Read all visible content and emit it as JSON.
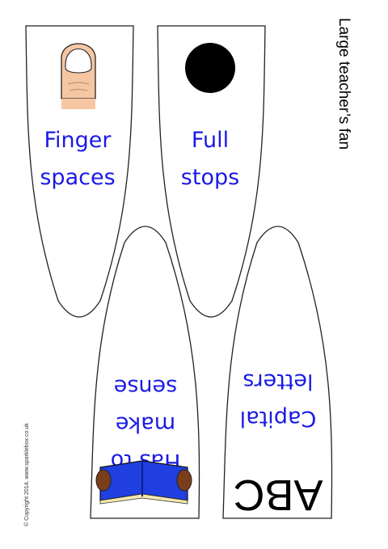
{
  "title": "Large teacher’s fan",
  "copyright": "© Copyright 2014, www.sparklebox.co.uk",
  "blades": [
    {
      "line1": "Finger",
      "line2": "spaces",
      "icon": "thumb-icon"
    },
    {
      "line1": "Full",
      "line2": "stops",
      "icon": "full-stop-dot-icon"
    },
    {
      "line1": "Has to",
      "line2": "make",
      "line3": "sense",
      "icon": "open-book-icon"
    },
    {
      "line1": "Capital",
      "line2": "letters",
      "icon_text": "ABC",
      "icon": "abc-letters-icon"
    }
  ],
  "colors": {
    "label": "#1a1ae6",
    "book": "#1f3fe0",
    "outline": "#222222"
  }
}
